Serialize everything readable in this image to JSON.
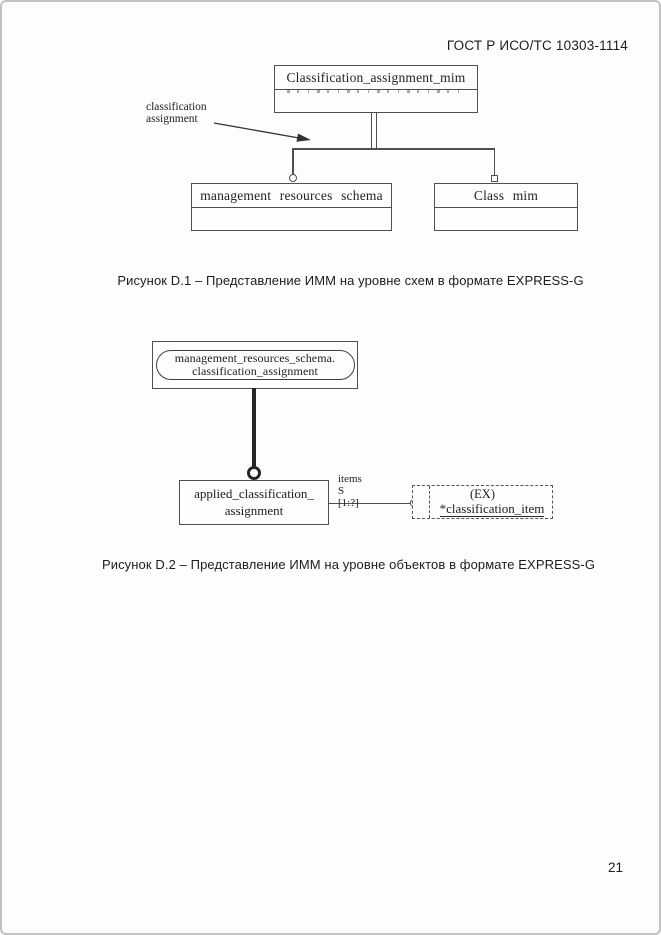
{
  "page": {
    "header": "ГОСТ Р ИСО/ТС 10303-1114",
    "page_number": "21"
  },
  "figure_d1": {
    "caption": "Рисунок D.1 –  Представление ИММ на уровне схем в формате EXPRESS-G",
    "annotation": "classification assignment",
    "boxes": {
      "top": "Classification_assignment_mim",
      "left": "management resources schema",
      "right": "Class mim"
    }
  },
  "figure_d2": {
    "caption": "Рисунок D.2 –  Представление ИММ на уровне объектов в формате EXPRESS-G",
    "schema_ref_line1": "management_resources_schema.",
    "schema_ref_line2": "classification_assignment",
    "entity_line1": "applied_classification_",
    "entity_line2": "assignment",
    "relation_label": "items S [1:?]",
    "external_tag": "(EX)",
    "external_name": "*classification_item"
  }
}
